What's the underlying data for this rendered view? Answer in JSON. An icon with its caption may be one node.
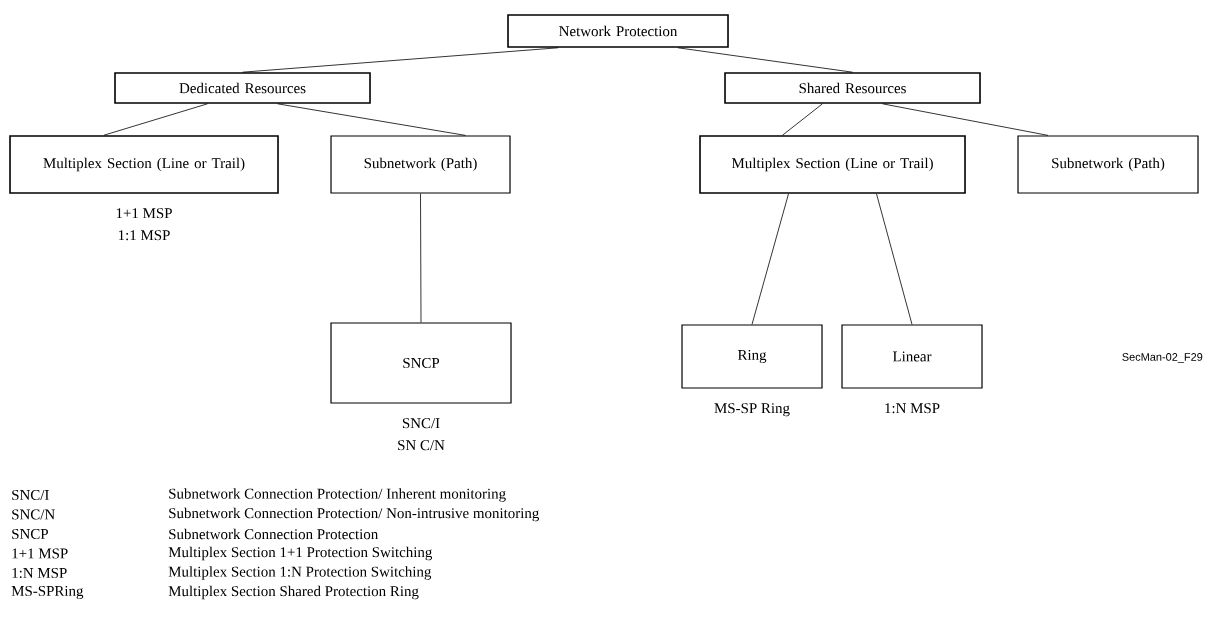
{
  "diagram": {
    "nodes": [
      {
        "text": [
          "Network Protection"
        ]
      },
      {
        "text": [
          "Dedicated Resources"
        ]
      },
      {
        "text": [
          "Shared Resources"
        ]
      },
      {
        "text": [
          "Multiplex Section (Line or Trail)"
        ],
        "beside": [
          "1+1 MSP",
          "1:1 MSP"
        ]
      },
      {
        "text": [
          "Subnetwork (Path)"
        ]
      },
      {
        "text": [
          "SNCP"
        ],
        "beside": [
          "SNC/I",
          "SN C/N"
        ]
      },
      {
        "text": [
          "Multiplex Section (Line or Trail)"
        ]
      },
      {
        "text": [
          "Subnetwork (Path)"
        ]
      },
      {
        "text": [
          "Ring"
        ],
        "beside": [
          "MS-SP Ring"
        ]
      },
      {
        "text": [
          "Linear"
        ],
        "beside": [
          "1:N MSP"
        ]
      }
    ],
    "edges": [
      {
        "from": 0,
        "to": 1,
        "arrow": "none"
      },
      {
        "from": 0,
        "to": 2,
        "arrow": "none"
      },
      {
        "from": 1,
        "to": 3,
        "arrow": "none"
      },
      {
        "from": 1,
        "to": 4,
        "arrow": "none"
      },
      {
        "from": 2,
        "to": 6,
        "arrow": "none"
      },
      {
        "from": 2,
        "to": 7,
        "arrow": "none"
      },
      {
        "from": 4,
        "to": 5,
        "arrow": "none"
      },
      {
        "from": 6,
        "to": 8,
        "arrow": "none"
      },
      {
        "from": 6,
        "to": 9,
        "arrow": "none"
      }
    ],
    "labels": [
      "SecMan-02_F29",
      "SNC/I",
      "Subnetwork Connection Protection/ Inherent monitoring",
      "SNC/N",
      "Subnetwork Connection Protection/ Non-intrusive monitoring",
      "SNCP",
      "Subnetwork Connection Protection",
      "1+1 MSP",
      "Multiplex Section 1+1 Protection Switching",
      "1:N MSP",
      "Multiplex Section 1:N Protection Switching",
      "MS-SPRing",
      "Multiplex Section Shared Protection Ring"
    ]
  }
}
